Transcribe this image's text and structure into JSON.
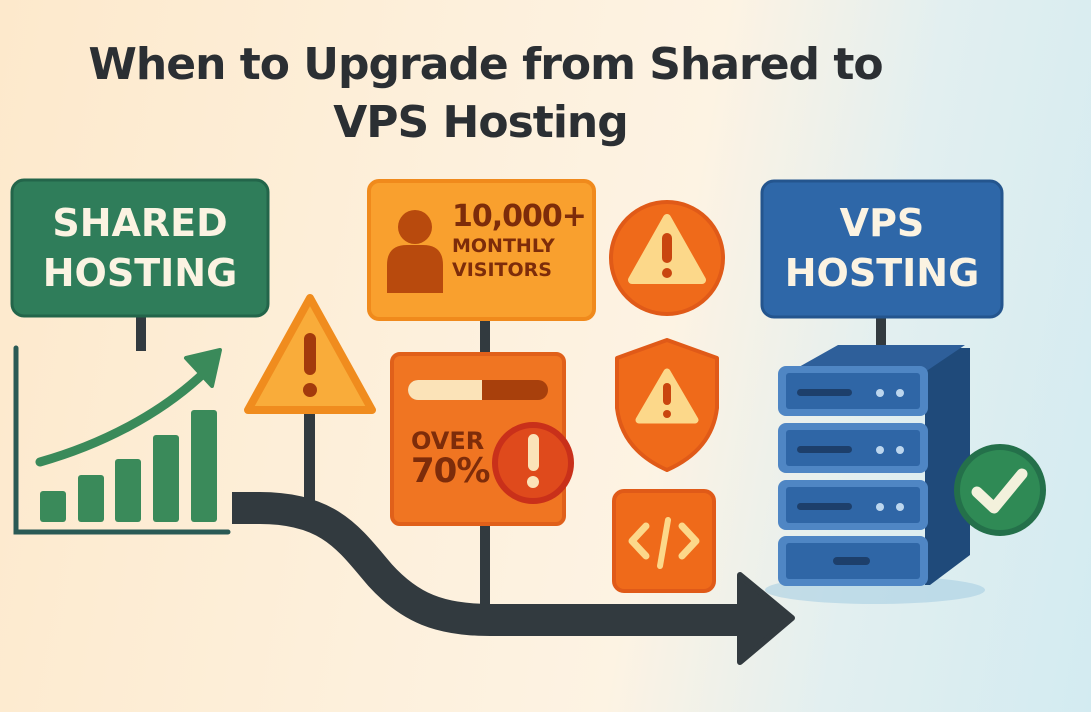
{
  "title": {
    "line1": "When to Upgrade from Shared to",
    "line2": "VPS Hosting"
  },
  "shared_sign": {
    "line1": "SHARED",
    "line2": "HOSTING",
    "color": "#2f7d5a"
  },
  "visitors_sign": {
    "value": "10,000+",
    "line1": "MONTHLY",
    "line2": "VISITORS",
    "icon": "user-icon",
    "color": "#f7941d"
  },
  "resource_sign": {
    "line1": "OVER",
    "line2": "70%",
    "icon": "progress-bar-icon",
    "alert_icon": "exclamation-circle-icon",
    "color": "#ef6a1a"
  },
  "side_icons": [
    {
      "name": "warning-circle-icon"
    },
    {
      "name": "security-shield-warning-icon"
    },
    {
      "name": "code-icon",
      "glyph": "</>"
    }
  ],
  "vps_sign": {
    "line1": "VPS",
    "line2": "HOSTING",
    "color": "#2e67a8"
  },
  "server": {
    "units": 4,
    "status_icon": "check-circle-icon",
    "status_color": "#2f8a55"
  },
  "growth_chart": {
    "icon": "growth-bar-chart-icon",
    "bars": 5
  },
  "warning_sign": {
    "icon": "warning-triangle-icon"
  },
  "colors": {
    "dark": "#323a3f",
    "green": "#3a8a5a",
    "orange": "#f7941d",
    "deep_orange": "#ef6a1a",
    "blue": "#2e67a8"
  }
}
